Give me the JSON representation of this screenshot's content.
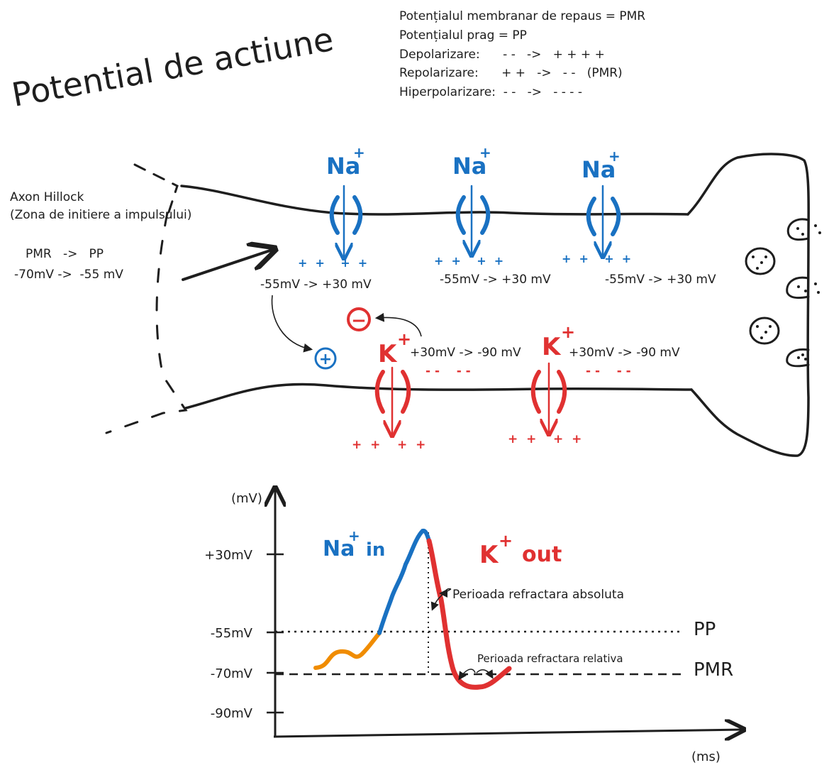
{
  "title": "Potential de actiune",
  "legend": {
    "pmr": "Potențialul membranar de repaus = PMR",
    "pp": "Potențialul prag = PP",
    "depol": "Depolarizare:      - -   ->   + + + +",
    "repol": "Repolarizare:      + +   ->   - -   (PMR)",
    "hyper": "Hiperpolarizare:  - -   ->   - - - -"
  },
  "axon_hillock": {
    "line1": "Axon Hillock",
    "line2": "(Zona de initiere a impulsului)",
    "pmr_pp": "PMR   ->   PP",
    "values": "-70mV ->  -55 mV"
  },
  "channels": {
    "na_label": "Na",
    "na_sup": "+",
    "k_label": "K",
    "k_sup": "+",
    "plus_top": "+  +    +  +",
    "na_range": "-55mV -> +30 mV",
    "k_range": "+30mV -> -90 mV",
    "minus_row": "- -    - -",
    "plus_bottom": "+  +    +  +",
    "minus_sign": "−",
    "plus_sign": "+"
  },
  "graph": {
    "y_unit": "(mV)",
    "x_unit": "(ms)",
    "ticks": [
      "+30mV",
      "-55mV",
      "-70mV",
      "-90mV"
    ],
    "na_in": "Na",
    "na_in_sup": "+",
    "na_in_word": "in",
    "k_out": "K",
    "k_out_sup": "+",
    "k_out_word": "out",
    "pp": "PP",
    "pmr": "PMR",
    "absolute": "Perioada refractara absoluta",
    "relative": "Perioada refractara relativa"
  },
  "colors": {
    "blue": "#1971c2",
    "red": "#e03131",
    "orange": "#f08c00",
    "ink": "#1e1e1e"
  }
}
